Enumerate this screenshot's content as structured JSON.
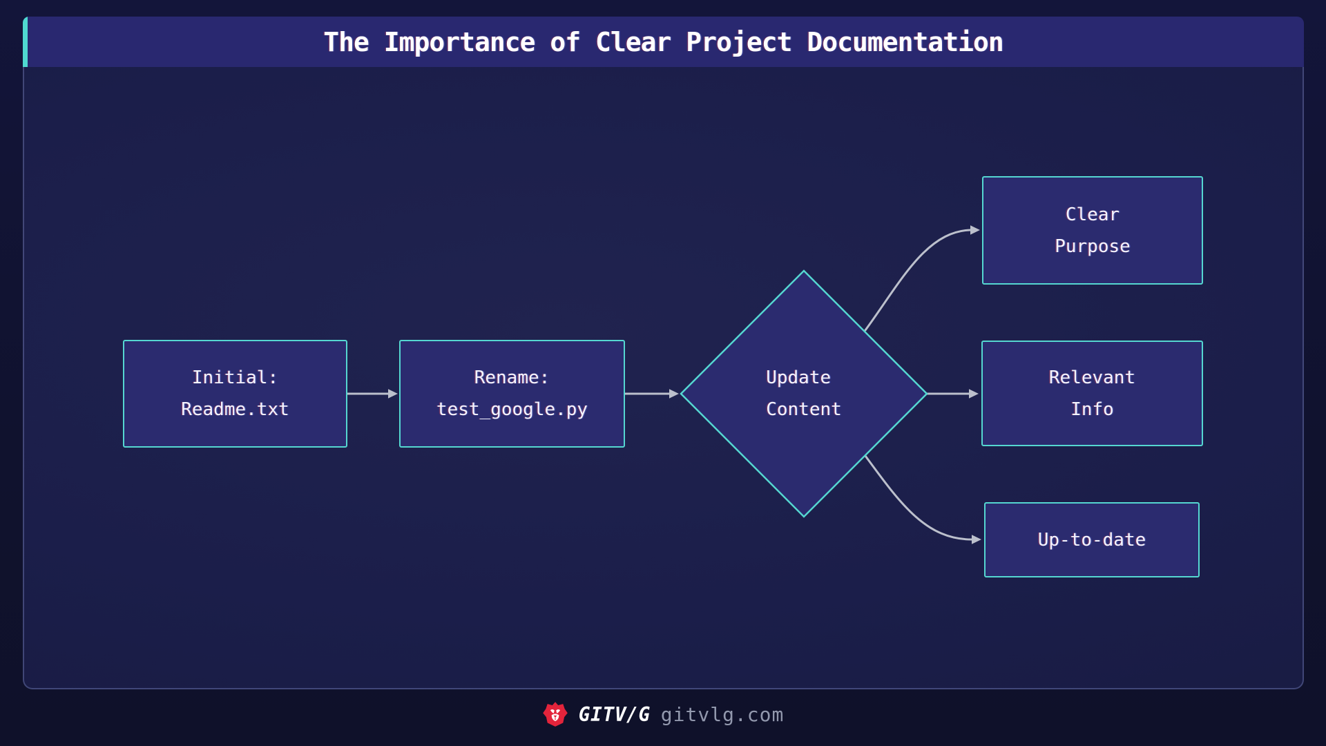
{
  "page": {
    "title": "The Importance of Clear Project Documentation"
  },
  "flowchart": {
    "nodes": [
      {
        "id": "initial",
        "shape": "rect",
        "lines": [
          "Initial:",
          "Readme.txt"
        ]
      },
      {
        "id": "rename",
        "shape": "rect",
        "lines": [
          "Rename:",
          "test_google.py"
        ]
      },
      {
        "id": "update-content",
        "shape": "diamond",
        "lines": [
          "Update",
          "Content"
        ]
      },
      {
        "id": "clear-purpose",
        "shape": "rect",
        "lines": [
          "Clear",
          "Purpose"
        ]
      },
      {
        "id": "relevant-info",
        "shape": "rect",
        "lines": [
          "Relevant",
          "Info"
        ]
      },
      {
        "id": "up-to-date",
        "shape": "rect",
        "lines": [
          "Up-to-date"
        ]
      }
    ],
    "edges": [
      {
        "from": "initial",
        "to": "rename"
      },
      {
        "from": "rename",
        "to": "update-content"
      },
      {
        "from": "update-content",
        "to": "clear-purpose"
      },
      {
        "from": "update-content",
        "to": "relevant-info"
      },
      {
        "from": "update-content",
        "to": "up-to-date"
      }
    ]
  },
  "footer": {
    "brand": "GITV/G",
    "domain": "gitvlg.com",
    "logo": "lion-icon"
  },
  "colors": {
    "background": "#10122c",
    "panel_fill": "#1b1e4a",
    "titlebar_fill": "#292870",
    "accent_teal": "#4fd9d0",
    "node_fill": "#2b2b6f",
    "node_border": "#55d7d1",
    "edge_line": "#bcc0cc",
    "node_text": "#f4f4ff",
    "footer_domain_text": "#9298ad",
    "logo_red": "#e3243b"
  }
}
